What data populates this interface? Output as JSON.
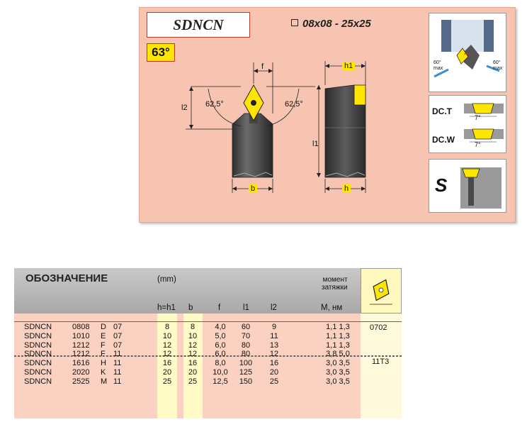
{
  "header": {
    "title": "SDNCN",
    "shank_range": "08x08 - 25x25",
    "angle_badge": "63°"
  },
  "drawing": {
    "dim_f": "f",
    "dim_h1": "h1",
    "dim_l2": "l2",
    "dim_l1": "l1",
    "dim_b": "b",
    "dim_h": "h",
    "angle_left": "62,5°",
    "angle_right": "62,5°"
  },
  "side_panels": {
    "max_left": "60°\nmax",
    "max_left_a": "60°",
    "max_left_b": "max",
    "max_right_a": "60°",
    "max_right_b": "max",
    "dct_label": "DC.T",
    "dcw_label": "DC.W",
    "dct_angle": "7°",
    "dcw_angle": "7°",
    "s_label": "S"
  },
  "table": {
    "title": "ОБОЗНАЧЕНИЕ",
    "unit": "(mm)",
    "moment_line1": "момент",
    "moment_line2": "затяжки",
    "columns": [
      "h=h1",
      "b",
      "f",
      "l1",
      "l2",
      "M, нм"
    ],
    "rows": [
      {
        "series": "SDNCN",
        "size": "0808",
        "letter": "D",
        "insert": "07",
        "h": "8",
        "b": "8",
        "f": "4,0",
        "l1": "60",
        "l2": "9",
        "m": "1,1  1,3"
      },
      {
        "series": "SDNCN",
        "size": "1010",
        "letter": "E",
        "insert": "07",
        "h": "10",
        "b": "10",
        "f": "5,0",
        "l1": "70",
        "l2": "11",
        "m": "1,1  1,3"
      },
      {
        "series": "SDNCN",
        "size": "1212",
        "letter": "F",
        "insert": "07",
        "h": "12",
        "b": "12",
        "f": "6,0",
        "l1": "80",
        "l2": "13",
        "m": "1,1  1,3"
      },
      {
        "series": "SDNCN",
        "size": "1212",
        "letter": "F",
        "insert": "11",
        "h": "12",
        "b": "12",
        "f": "6,0",
        "l1": "80",
        "l2": "12",
        "m": "3,8  5,0"
      },
      {
        "series": "SDNCN",
        "size": "1616",
        "letter": "H",
        "insert": "11",
        "h": "16",
        "b": "16",
        "f": "8,0",
        "l1": "100",
        "l2": "16",
        "m": "3,0  3,5"
      },
      {
        "series": "SDNCN",
        "size": "2020",
        "letter": "K",
        "insert": "11",
        "h": "20",
        "b": "20",
        "f": "10,0",
        "l1": "125",
        "l2": "20",
        "m": "3,0  3,5"
      },
      {
        "series": "SDNCN",
        "size": "2525",
        "letter": "M",
        "insert": "11",
        "h": "25",
        "b": "25",
        "f": "12,5",
        "l1": "150",
        "l2": "25",
        "m": "3,0  3,5"
      }
    ],
    "insert_codes": [
      "0702",
      "11T3"
    ]
  },
  "colors": {
    "panel_bg": "#f7c4b2",
    "title_border": "#c0392b",
    "badge_yellow": "#ffe600",
    "table_header": "#b5b5b5",
    "table_body": "#fbd2c2",
    "col_highlight": "#fffbc7"
  }
}
